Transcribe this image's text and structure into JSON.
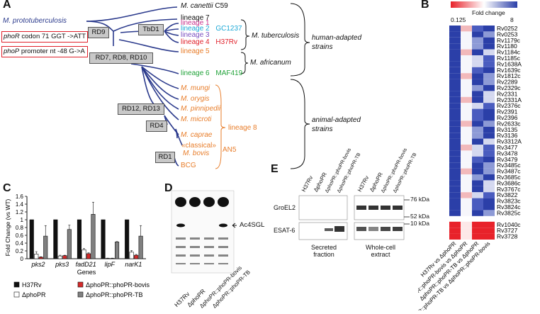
{
  "panels": {
    "A": "A",
    "B": "B",
    "C": "C",
    "D": "D",
    "E": "E"
  },
  "panelA": {
    "root": "M. prototuberculosis",
    "boxes": {
      "rd9": "RD9",
      "tbd1": "TbD1",
      "rd7": "RD7, RD8, RD10",
      "rd12": "RD12, RD13",
      "rd4": "RD4",
      "rd1": "RD1"
    },
    "notes": {
      "phoR_gene": "phoR",
      "phoR_rest": " codon 71 GGT ->ATT",
      "phoP_gene": "phoP",
      "phoP_rest": " promoter nt -48  G->A"
    },
    "leaves": {
      "canettii": "M. canettii",
      "c59": "C59",
      "l7": "lineage 7",
      "l1": "lineage 1",
      "l2": "lineage 2",
      "gc1237": "GC1237",
      "l3": "lineage 3",
      "l4": "lineage 4",
      "h37rv": "H37Rv",
      "l5": "lineage 5",
      "l6": "lineage 6",
      "maf419": "MAF419",
      "mungi": "M. mungi",
      "orygis": "M. orygis",
      "pinnipedii": "M. pinnipedii",
      "microti": "M. microti",
      "caprae": "M. caprae",
      "classical": "«classical»",
      "bovis": "M. bovis",
      "an5": "AN5",
      "bcg": "BCG"
    },
    "groups": {
      "mtb": "M. tuberculosis",
      "maf": "M. africanum",
      "l8": "lineage 8",
      "human1": "human-adapted",
      "human2": "strains",
      "animal1": "animal-adapted",
      "animal2": "strains"
    },
    "colors": {
      "tree": "#2b3a8c",
      "red": "#e0202a",
      "cyan": "#1ba8d6",
      "purple": "#7b3fa6",
      "magenta": "#c8308c",
      "orange": "#e87d2a",
      "green": "#22a33a",
      "violet": "#7a4fc0"
    }
  },
  "panelB": {
    "legend_title": "Fold change",
    "legend_min": "0.125",
    "legend_max": "8",
    "genes_top": [
      "Rv0252",
      "Rv0253",
      "Rv1179c",
      "Rv1180",
      "Rv1184c",
      "Rv1185c",
      "Rv1638A",
      "Rv1639c",
      "Rv1812c",
      "Rv2289",
      "Rv2329c",
      "Rv2331",
      "Rv2331A",
      "Rv2376c",
      "Rv2391",
      "Rv2396",
      "Rv2633c",
      "Rv3135",
      "Rv3136",
      "Rv3312A",
      "Rv3477",
      "Rv3478",
      "Rv3479",
      "Rv3485c",
      "Rv3487c",
      "Rv3685c",
      "Rv3686c",
      "Rv3767c",
      "Rv3822",
      "Rv3823c",
      "Rv3824c",
      "Rv3825c"
    ],
    "genes_bottom": [
      "Rv1040c",
      "Rv3727",
      "Rv3728"
    ],
    "comparisons": [
      "H37Rv vs ΔphoPR",
      "ΔphoPR::phoPR-bovis vs ΔphoPR",
      "ΔphoPR::phoPR-TB vs ΔphoPR",
      "ΔphoPR::phoPR-TB vs ΔphoPR::phoPR-bovis"
    ]
  },
  "chart_data": {
    "type": "bar",
    "ylabel": "Fold Change (vs WT)",
    "xlabel": "Genes",
    "ylim": [
      0,
      1.6
    ],
    "yticks": [
      "0",
      "0.2",
      "0.4",
      "0.6",
      "0.8",
      "1",
      "1.2",
      "1.4",
      "1.6"
    ],
    "categories": [
      "pks2",
      "pks3",
      "fadD21",
      "lipF",
      "narK1"
    ],
    "series": [
      {
        "name": "H37Rv",
        "color": "#111111",
        "values": [
          1,
          1,
          1,
          1,
          1
        ],
        "err": [
          0,
          0,
          0,
          0,
          0
        ]
      },
      {
        "name": "ΔphoPR",
        "color": "#ffffff",
        "values": [
          0.12,
          0.07,
          0.23,
          0.01,
          0.17
        ],
        "err": [
          0.06,
          0.02,
          0.03,
          0.005,
          0.04
        ]
      },
      {
        "name": "ΔphoPR::phoPR-bovis",
        "color": "#d42a2a",
        "values": [
          0.04,
          0.08,
          0.13,
          0.01,
          0.09
        ],
        "err": [
          0.01,
          0.01,
          0.02,
          0.005,
          0.02
        ]
      },
      {
        "name": "ΔphoPR::phoPR-TB",
        "color": "#808080",
        "values": [
          0.58,
          0.75,
          1.14,
          0.43,
          0.58
        ],
        "err": [
          0.27,
          0.11,
          0.31,
          0.01,
          0.27
        ]
      }
    ]
  },
  "panelD": {
    "band": "Ac4SGL",
    "lanes": [
      "H37Rv",
      "ΔphoPR",
      "ΔphoPR::phoPR-bovis",
      "ΔphoPR::phoPR-TB"
    ]
  },
  "panelE": {
    "lanes": [
      "H37Rv",
      "ΔphoPR",
      "ΔphoPR::phoPR-bovis",
      "ΔphoPR::phoPR-TB"
    ],
    "rows": [
      "GroEL2",
      "ESAT-6"
    ],
    "markers": [
      "76 kDa",
      "52 kDa",
      "10 kDa"
    ],
    "fraction1a": "Secreted",
    "fraction1b": "fraction",
    "fraction2a": "Whole-cell",
    "fraction2b": "extract"
  }
}
